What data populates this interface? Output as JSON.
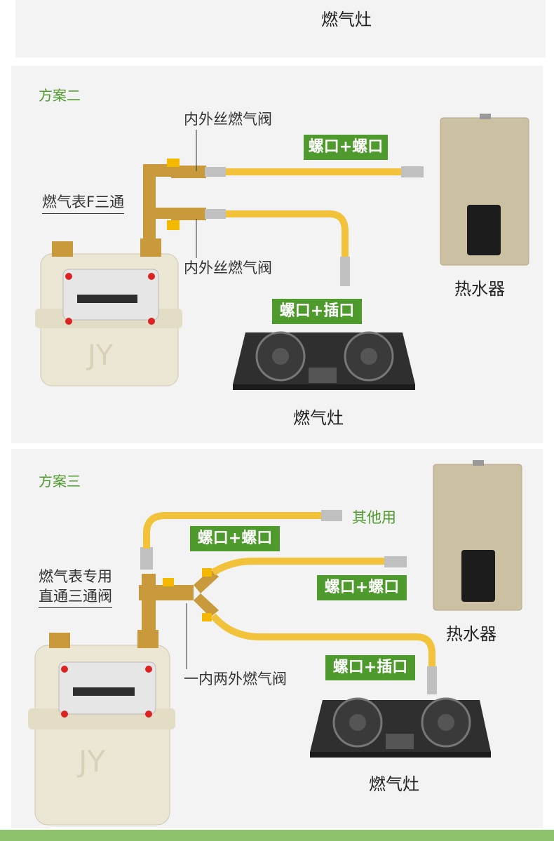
{
  "top": {
    "stove_label": "燃气灶"
  },
  "plan2": {
    "title": "方案二",
    "valve_top_label": "内外丝燃气阀",
    "valve_bottom_label": "内外丝燃气阀",
    "meter_tee_label": "燃气表F三通",
    "tag_screw_screw": "螺口+螺口",
    "tag_screw_plug": "螺口+插口",
    "heater_label": "热水器",
    "stove_label": "燃气灶",
    "meter_logo": "JY"
  },
  "plan3": {
    "title": "方案三",
    "other_use": "其他用",
    "tag_a": "螺口+螺口",
    "tag_b": "螺口+螺口",
    "tag_c": "螺口+插口",
    "meter_valve_line1": "燃气表专用",
    "meter_valve_line2": "直通三通阀",
    "one_in_two_out": "一内两外燃气阀",
    "heater_label": "热水器",
    "stove_label": "燃气灶",
    "meter_logo": "JY"
  },
  "colors": {
    "accent": "#4e9a2d",
    "hose": "#f2c23a",
    "brass": "#c99a3c"
  }
}
